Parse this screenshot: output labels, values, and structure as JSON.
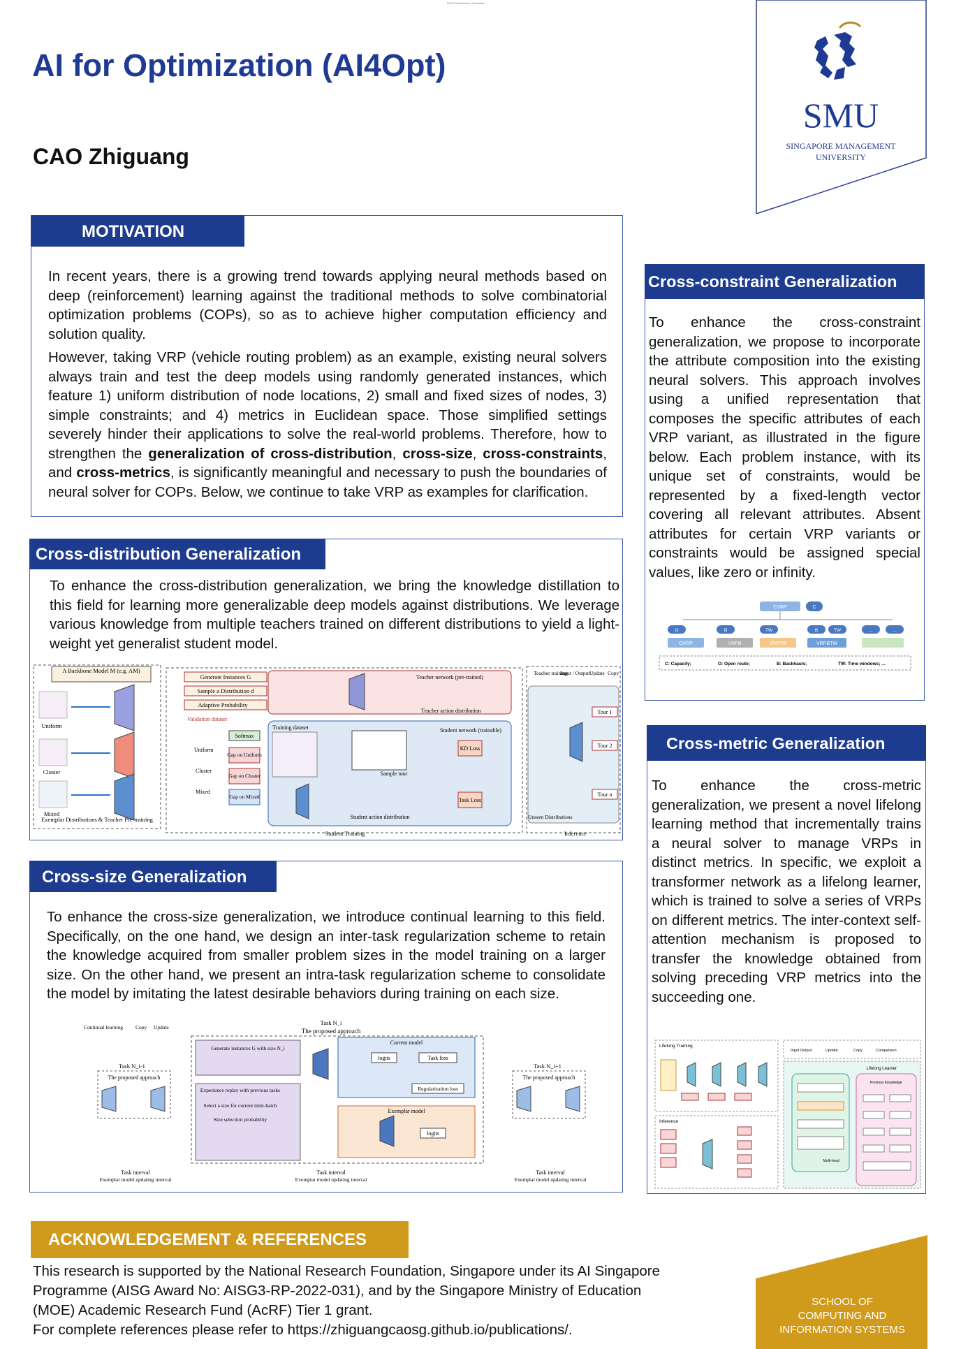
{
  "header": {
    "tiny_note": "NUS Classification: Restricted",
    "title": "AI for Optimization (AI4Opt)",
    "author": "CAO Zhiguang",
    "logo": {
      "main": "SMU",
      "line1": "SINGAPORE MANAGEMENT",
      "line2": "UNIVERSITY"
    }
  },
  "motivation": {
    "heading": "MOTIVATION",
    "p1": "In recent years, there is a growing trend towards applying neural methods based on deep (reinforcement) learning against the traditional methods to solve combinatorial optimization problems (COPs), so as to achieve higher computation efficiency and solution quality.",
    "p2_a": "However, taking VRP (vehicle routing problem) as an example, existing neural solvers always train and test the deep models using randomly generated instances, which feature 1) uniform distribution of node locations, 2) small and fixed sizes of nodes, 3)  simple constraints; and 4) metrics in Euclidean space. Those simplified settings severely hinder their applications to solve the real-world problems. Therefore, how to strengthen the ",
    "p2_b1": "generalization of cross-distribution",
    "p2_sep1": ", ",
    "p2_b2": "cross-size",
    "p2_sep2": ", ",
    "p2_b3": "cross-constraints",
    "p2_sep3": ", and ",
    "p2_b4": "cross-metrics",
    "p2_c": ", is significantly meaningful and necessary to push the boundaries of neural solver for COPs. Below, we continue to take VRP as examples for clarification."
  },
  "cross_distribution": {
    "heading": "Cross-distribution Generalization",
    "text": "To enhance the cross-distribution generalization, we bring the knowledge distillation to this field for learning more generalizable deep models against distributions. We leverage various knowledge from multiple teachers trained on different distributions to yield a light-weight yet generalist student model.",
    "figure": {
      "left_title": "A Backbone Model M (e.g. AM)",
      "left_rows": [
        "Uniform",
        "Cluster",
        "Mixed"
      ],
      "left_caption": "Exemplar Distributions & Teacher Pre-training",
      "steps": [
        "Generate Instances G",
        "Sample a Distribution d",
        "Adaptive Probability"
      ],
      "validation": "Validation dataset",
      "val_rows": [
        "Uniform",
        "Cluster",
        "Mixed"
      ],
      "softmax": "Softmax",
      "gaps": [
        "Gap on Uniform",
        "Gap on Cluster",
        "Gap on Mixed"
      ],
      "teacher_network": "Teacher network (pre-trained)",
      "teacher_action": "Teacher action distribution",
      "training_dataset": "Training dataset",
      "student_network": "Student network (trainable)",
      "sample_tour": "Sample tour",
      "student_action": "Student action distribution",
      "kd_loss": "KD Loss",
      "task_loss": "Task Loss",
      "student_caption": "Student Training",
      "legend": [
        "Teacher training",
        "Input / Output",
        "Update",
        "Copy"
      ],
      "tours": [
        "Tour 1",
        "Tour 2",
        "Tour n"
      ],
      "unseen": "Unseen Distributions",
      "inference": "Inference"
    }
  },
  "cross_size": {
    "heading": "Cross-size Generalization",
    "text": "To enhance the cross-size generalization,  we introduce continual learning to this field. Specifically, on the one hand, we design an inter-task regularization scheme to retain the knowledge acquired from smaller problem sizes in the model training on a larger size. On the other hand, we present an intra-task regularization scheme to consolidate the model by imitating the latest desirable behaviors during training on each size.",
    "figure": {
      "legend": [
        "Continual learning",
        "Copy",
        "Update"
      ],
      "task_current": "Task N_i",
      "proposed": "The proposed approach",
      "task_prev": "Task N_i-1",
      "task_next": "Task N_i+1",
      "gen": "Generate instances G with size N_i",
      "current_model": "Current model",
      "logits": "logits",
      "task_loss": "Task loss",
      "reg_loss": "Regularization loss",
      "replay": "Experience replay with previous tasks",
      "select": "Select a size for current mini-batch",
      "size_sel": "Size selection probability",
      "exemplar_model": "Exemplar model",
      "interval": "Task interval",
      "interval_sub": "Exemplar model updating interval"
    }
  },
  "cross_constraint": {
    "heading": "Cross-constraint Generalization",
    "text": "To enhance the cross-constraint generalization, we propose to incorporate the attribute composition into the existing neural solvers. This approach involves using a unified representation that composes the specific attributes of each VRP variant, as illustrated in the figure below. Each problem instance, with its unique set of constraints, would be represented by a fixed-length vector covering all relevant attributes. Absent attributes for certain VRP variants or constraints would be assigned special values, like zero or infinity.",
    "figure": {
      "root": "CVRP",
      "root_attr": "C",
      "attrs": [
        "O",
        "B",
        "TW",
        "B",
        "TW",
        "...",
        "..."
      ],
      "variants": [
        "OVRP",
        "VRPB",
        "VRPTW",
        "VRPBTW",
        "..."
      ],
      "legend": [
        "C: Capacity;",
        "O: Open route;",
        "B: Backhauls;",
        "TW: Time windows; ..."
      ]
    }
  },
  "cross_metric": {
    "heading": "Cross-metric Generalization",
    "text": "To enhance the cross-metric generalization, we present a novel lifelong learning method that incrementally trains a neural solver to manage VRPs in distinct metrics. In specific, we exploit a transformer network as a lifelong learner, which is trained to solve a series of VRPs on different metrics. The inter-context self-attention mechanism is proposed to transfer the knowledge obtained from solving preceding VRP metrics into the succeeding one.",
    "figure": {
      "panel1": "Lifelong Training",
      "panel2": "Inference",
      "legend": [
        "Input Output",
        "Update",
        "Copy",
        "Comparison"
      ],
      "panel3": "Lifelong Learner",
      "prev": "Previous Knowledge",
      "multi": "Multi-head"
    }
  },
  "acknowledgement": {
    "heading": "ACKNOWLEDGEMENT & REFERENCES",
    "line1": "This research is supported by the National Research Foundation, Singapore under its AI Singapore",
    "line2": "Programme (AISG Award No: AISG3-RP-2022-031), and by the Singapore Ministry of Education",
    "line3": "(MOE) Academic Research Fund (AcRF) Tier 1 grant.",
    "line4": "For complete references please refer to https://zhiguangcaosg.github.io/publications/."
  },
  "school": {
    "line1": "SCHOOL OF",
    "line2": "COMPUTING AND",
    "line3": "INFORMATION SYSTEMS"
  },
  "colors": {
    "navy": "#1d3c8f",
    "title_blue": "#1f3a93",
    "gold": "#d09a1b"
  }
}
